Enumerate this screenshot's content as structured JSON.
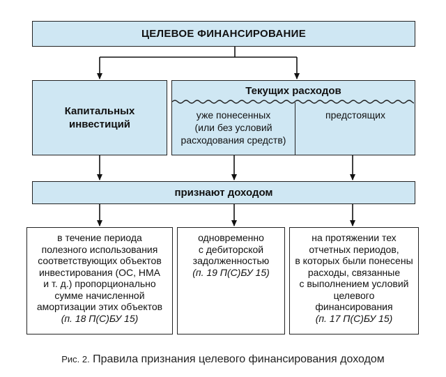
{
  "title": "ЦЕЛЕВОЕ ФИНАНСИРОВАНИЕ",
  "capital": {
    "line1": "Капитальных",
    "line2": "инвестиций"
  },
  "current": {
    "header": "Текущих расходов",
    "incurred": {
      "line1": "уже понесенных",
      "line2": "(или без условий",
      "line3": "расходования средств)"
    },
    "upcoming": "предстоящих"
  },
  "recognized": "признают доходом",
  "results": {
    "left": {
      "lines": [
        "в течение периода",
        "полезного использования",
        "соответствующих объектов",
        "инвестирования (ОС, НМА",
        "и т. д.) пропорционально",
        "сумме начисленной",
        "амортизации  этих объектов"
      ],
      "ref": "(п. 18 П(С)БУ 15)"
    },
    "middle": {
      "lines": [
        "одновременно",
        "с дебиторской",
        "задолженностью"
      ],
      "ref": "(п. 19 П(С)БУ 15)"
    },
    "right": {
      "lines": [
        "на протяжении тех",
        "отчетных периодов,",
        "в которых были понесены",
        "расходы, связанные",
        "с выполнением условий",
        "целевого",
        "финансирования"
      ],
      "ref": "(п. 17 П(С)БУ 15)"
    }
  },
  "caption": {
    "prefix": "Рис. 2.",
    "text": "Правила признания целевого финансирования доходом"
  }
}
